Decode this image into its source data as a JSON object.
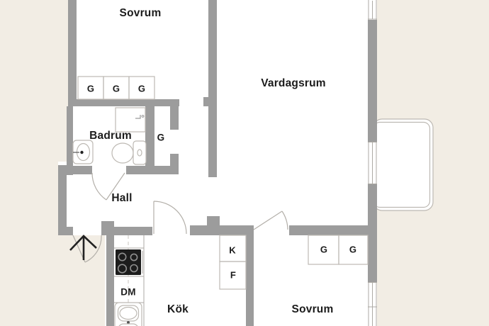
{
  "theme": {
    "bg": "#f2ede4",
    "floor": "#ffffff",
    "wall": "#9c9c9c",
    "outline": "#bdb9b3",
    "arc": "#b3afa9",
    "text": "#1b1b1b",
    "stove": "#1c1c1c"
  },
  "labels": {
    "bedroom_top": "Sovrum",
    "living_room": "Vardagsrum",
    "bathroom": "Badrum",
    "hall": "Hall",
    "kitchen": "Kök",
    "bedroom_bottom": "Sovrum",
    "wardrobe_1": "G",
    "wardrobe_2": "G",
    "wardrobe_3": "G",
    "closet": "G",
    "wardrobe_4": "G",
    "wardrobe_5": "G",
    "fridge": "K",
    "freezer": "F",
    "dishwasher": "DM"
  }
}
